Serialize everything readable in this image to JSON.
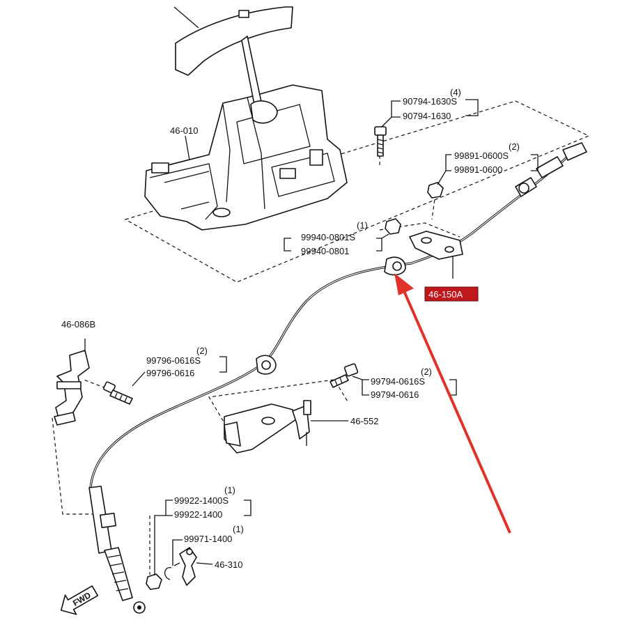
{
  "diagram": {
    "labels": {
      "shifter_assembly": "46-010",
      "bolt_set_top": {
        "qty": "(4)",
        "part_a": "90794-1630S",
        "part_b": "90794-1630"
      },
      "nut_set_upper": {
        "qty": "(2)",
        "part_a": "99891-0600S",
        "part_b": "99891-0600"
      },
      "nut_set_middle": {
        "qty": "(1)",
        "part_a": "99940-0801S",
        "part_b": "99940-0801"
      },
      "highlighted_part": "46-150A",
      "left_bracket": "46-086B",
      "bolt_set_left": {
        "qty": "(2)",
        "part_a": "99796-0616S",
        "part_b": "99796-0616"
      },
      "bolt_set_right": {
        "qty": "(2)",
        "part_a": "99794-0616S",
        "part_b": "99794-0616"
      },
      "center_bracket": "46-552",
      "nut_set_lower": {
        "qty": "(1)",
        "part_a": "99922-1400S",
        "part_b": "99922-1400"
      },
      "clip_set": {
        "qty": "(1)",
        "part_a": "99971-1400"
      },
      "lever_bracket": "46-310",
      "direction_marker": "FWD"
    },
    "colors": {
      "ink": "#111111",
      "highlight_fill": "#c0181d",
      "highlight_text": "#ffffff",
      "arrow": "#e0322b",
      "background": "#ffffff"
    },
    "icons": [
      "fwd-arrow-icon",
      "red-pointer-arrow-icon"
    ]
  }
}
